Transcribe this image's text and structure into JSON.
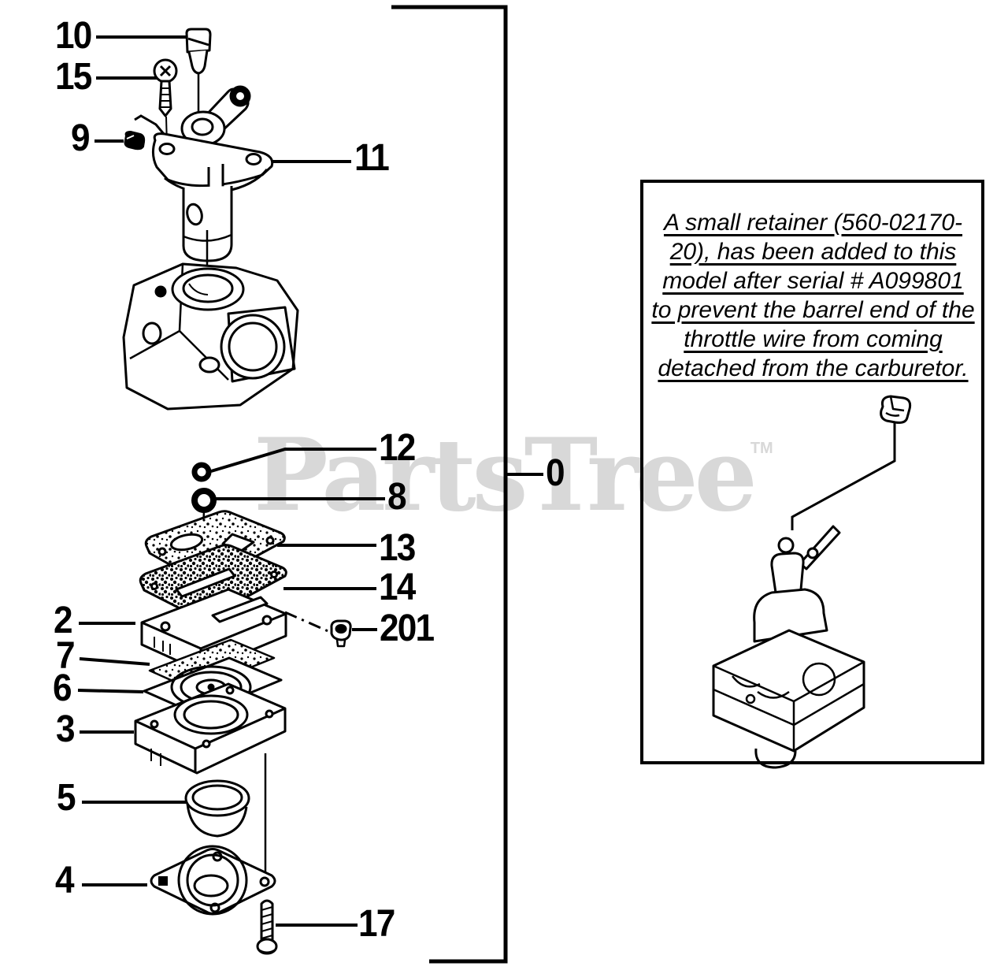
{
  "watermark": {
    "text": "PartsTree",
    "tm": "TM",
    "color": "#d8d8d8"
  },
  "note": {
    "lines": [
      "A small retainer (560-02170-",
      "20), has been added to this",
      "model after serial # A099801",
      "to prevent the barrel end of the",
      "throttle wire from coming",
      "detached from the carburetor."
    ]
  },
  "callouts": {
    "n0": "0",
    "n2": "2",
    "n3": "3",
    "n4": "4",
    "n5": "5",
    "n6": "6",
    "n7": "7",
    "n8": "8",
    "n9": "9",
    "n10": "10",
    "n11": "11",
    "n12": "12",
    "n13": "13",
    "n14": "14",
    "n15": "15",
    "n17": "17",
    "n201": "201"
  },
  "colors": {
    "line": "#000000",
    "background": "#ffffff"
  }
}
